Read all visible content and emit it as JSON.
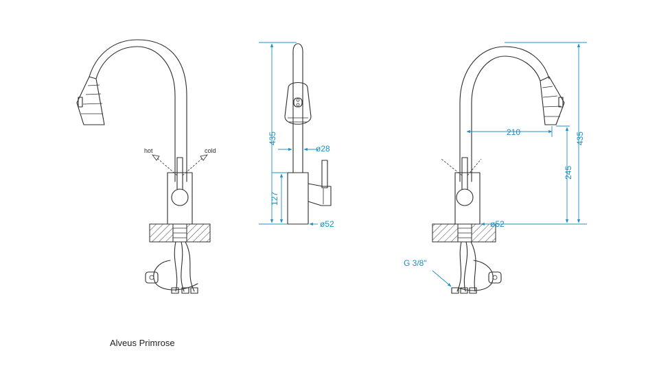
{
  "caption": "Alveus Primrose",
  "labels": {
    "hot": "hot",
    "cold": "cold",
    "thread": "G 3/8\""
  },
  "dimensions": {
    "side_height": "435",
    "side_base_height": "127",
    "pipe_diameter": "ø28",
    "side_base_diameter": "ø52",
    "reach": "210",
    "right_height": "435",
    "spout_height": "245",
    "right_base_diameter": "ø52"
  },
  "colors": {
    "line": "#2b2b2b",
    "dimension": "#1b8fc2"
  }
}
